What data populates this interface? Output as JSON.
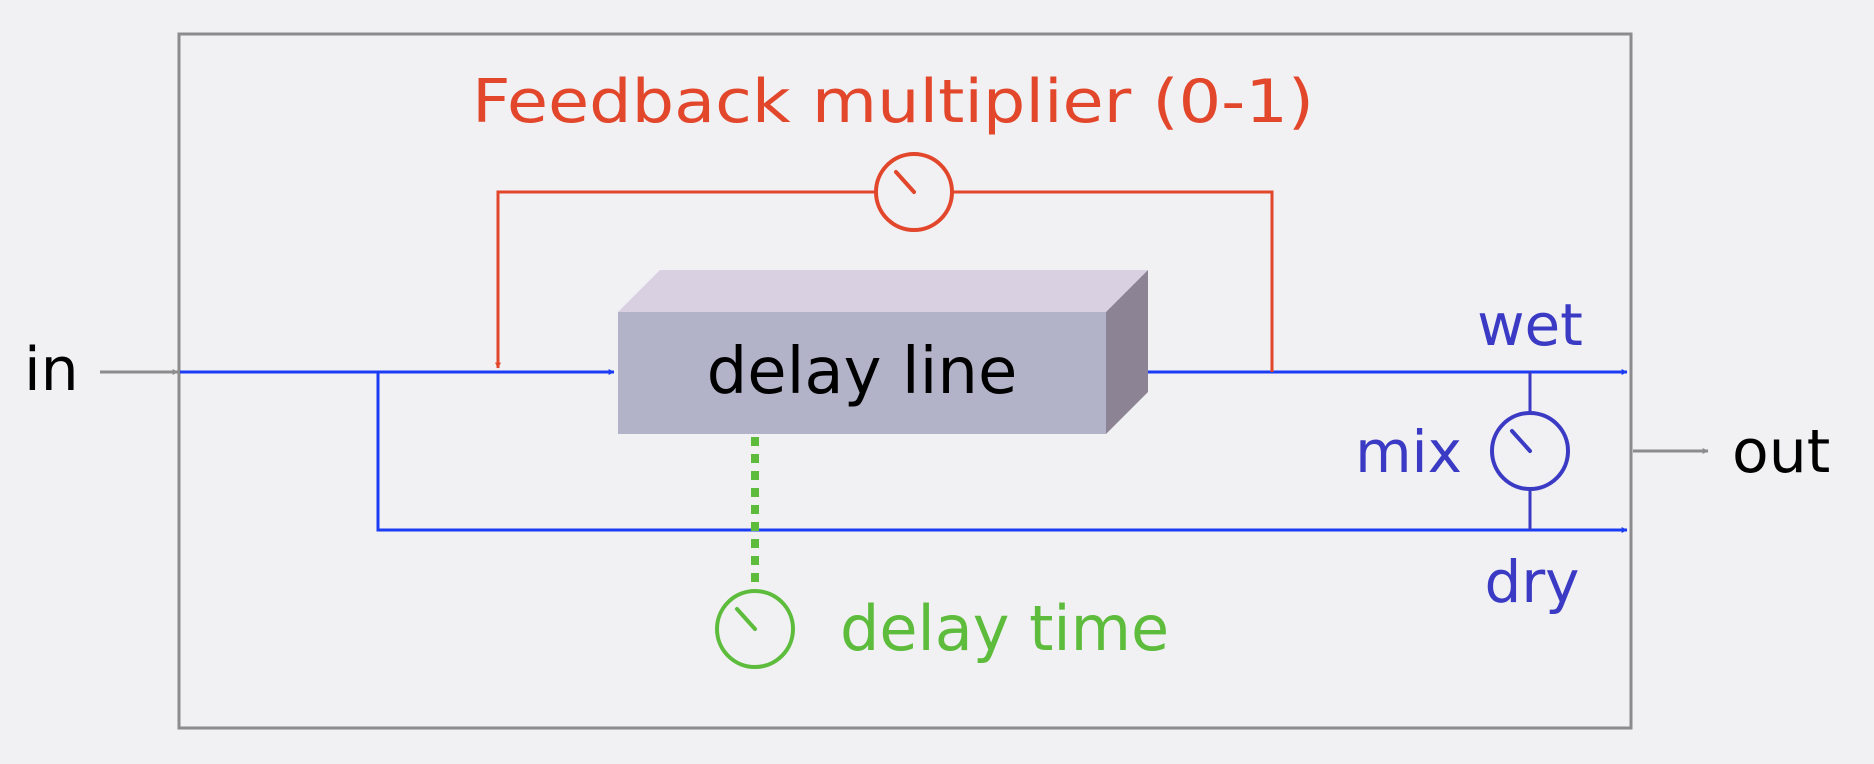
{
  "labels": {
    "input": "in",
    "output": "out",
    "feedback": "Feedback multiplier (0-1)",
    "delay_line": "delay line",
    "wet": "wet",
    "dry": "dry",
    "mix": "mix",
    "delay_time": "delay time"
  },
  "colors": {
    "signal": "#1c3cf4",
    "feedback": "#e2472c",
    "delay_time": "#5dbc3c",
    "mix_label": "#3a3ac4",
    "frame": "#8c8c8c",
    "io_arrow": "#8c8c8c",
    "box_front": "#b2b2c8",
    "box_top": "#d9d0e2",
    "box_side": "#8c8494"
  },
  "icons": {
    "feedback_knob": "knob-icon",
    "mix_knob": "knob-icon",
    "delay_time_knob": "knob-icon"
  }
}
